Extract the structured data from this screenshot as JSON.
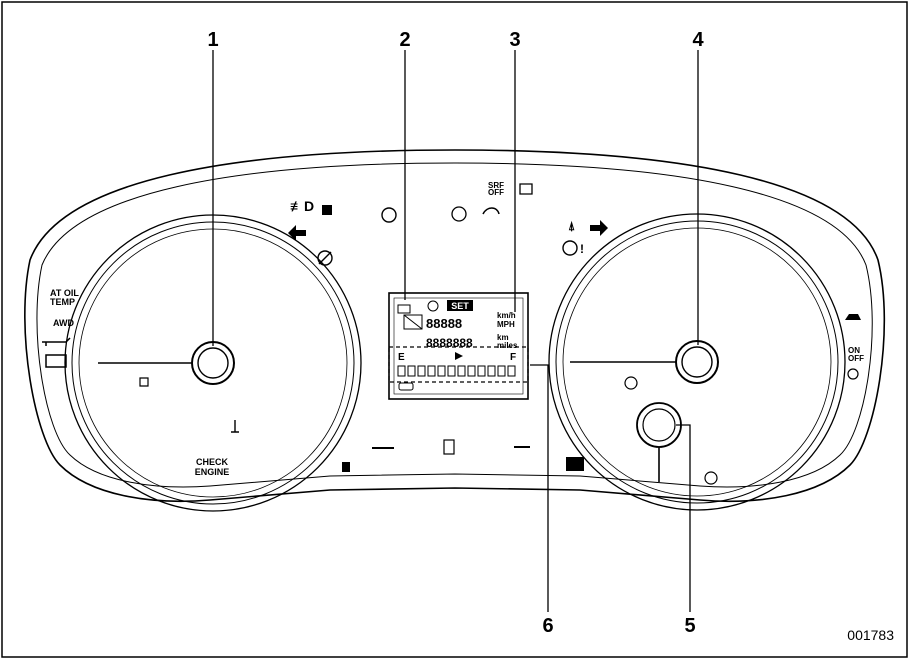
{
  "figure_id": "001783",
  "callouts": [
    "1",
    "2",
    "3",
    "4",
    "5",
    "6"
  ],
  "labels": {
    "at_oil_temp_line1": "AT OIL",
    "at_oil_temp_line2": "TEMP",
    "awd": "AWD",
    "check_engine_line1": "CHECK",
    "check_engine_line2": "ENGINE",
    "srs_off_line1": "SRF",
    "srs_off_line2": "OFF",
    "pass_off_line1": "ON",
    "pass_off_line2": "OFF"
  },
  "lcd": {
    "set": "SET",
    "speed_unit_top": "km/h",
    "speed_unit_bottom": "MPH",
    "odo_digits": "88888",
    "trip_digits": "8888888",
    "odo_unit_top": "km",
    "odo_unit_bottom": "miles",
    "fuel_empty": "E",
    "fuel_full": "F"
  }
}
